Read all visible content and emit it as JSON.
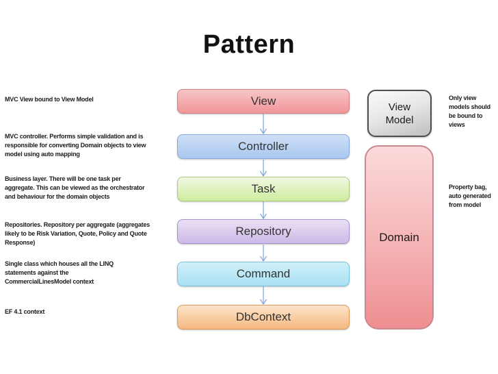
{
  "slide": {
    "title": "Pattern",
    "background": "#FFFFFF"
  },
  "flow_boxes": [
    {
      "label": "View",
      "fill_top": "#F7C6C9",
      "fill_bottom": "#F19597",
      "border": "#CE8185"
    },
    {
      "label": "Controller",
      "fill_top": "#CFE0F7",
      "fill_bottom": "#A9C7EF",
      "border": "#85A9DB"
    },
    {
      "label": "Task",
      "fill_top": "#F0F8E2",
      "fill_bottom": "#CFEC9F",
      "border": "#AFCB84"
    },
    {
      "label": "Repository",
      "fill_top": "#EAE1F5",
      "fill_bottom": "#CDB9E7",
      "border": "#A892C8"
    },
    {
      "label": "Command",
      "fill_top": "#D0F0FA",
      "fill_bottom": "#A9E1F3",
      "border": "#7CC3DF"
    },
    {
      "label": "DbContext",
      "fill_top": "#FCE3C9",
      "fill_bottom": "#F6B981",
      "border": "#DA9C57"
    }
  ],
  "side_boxes": {
    "view_model": {
      "label": "View\nModel",
      "fill_top": "#FAFAFA",
      "fill_bottom": "#BFBFBF",
      "border": "#4D4D4D"
    },
    "domain": {
      "label": "Domain",
      "fill_top": "#FBD9DA",
      "fill_bottom": "#EE8E90",
      "border": "#C9888C"
    }
  },
  "left_annotations": [
    {
      "text": "MVC View bound to View Model"
    },
    {
      "text": "MVC controller.  Performs simple validation  and is\nresponsible for converting Domain objects to view\nmodel using auto mapping"
    },
    {
      "text": "Business layer.  There will be one task per\naggregate.  This can be viewed as the orchestrator\nand behaviour for the domain objects"
    },
    {
      "text": "Repositories.  Repository per aggregate (aggregates\nlikely to be Risk Variation,  Quote, Policy and Quote\nResponse)"
    },
    {
      "text": "Single class which houses all the LINQ\nstatements against the\nCommercialLinesModel context"
    },
    {
      "text": "EF 4.1 context"
    }
  ],
  "right_annotations": [
    {
      "text": "Only view\nmodels should\nbe bound to\nviews"
    },
    {
      "text": "Property bag,\nauto generated\nfrom model"
    }
  ],
  "arrow_color": "#7BA3D4"
}
